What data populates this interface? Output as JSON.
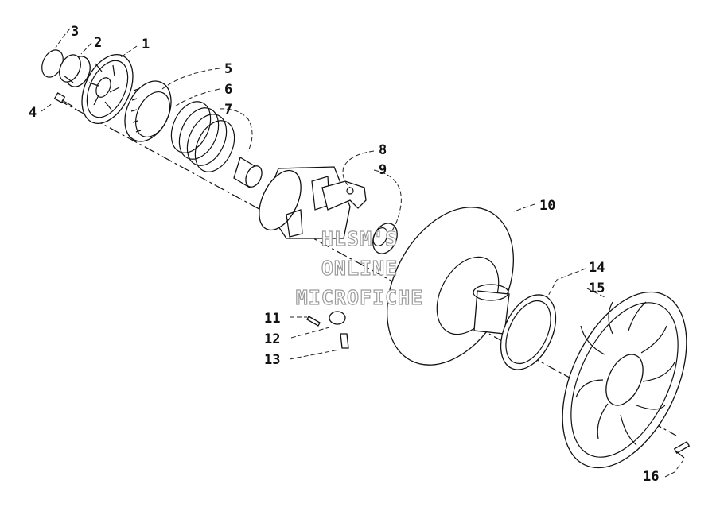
{
  "diagram": {
    "callouts": [
      {
        "id": "c1",
        "label": "1"
      },
      {
        "id": "c2",
        "label": "2"
      },
      {
        "id": "c3",
        "label": "3"
      },
      {
        "id": "c4",
        "label": "4"
      },
      {
        "id": "c5",
        "label": "5"
      },
      {
        "id": "c6",
        "label": "6"
      },
      {
        "id": "c7",
        "label": "7"
      },
      {
        "id": "c8",
        "label": "8"
      },
      {
        "id": "c9",
        "label": "9"
      },
      {
        "id": "c10",
        "label": "10"
      },
      {
        "id": "c11",
        "label": "11"
      },
      {
        "id": "c12",
        "label": "12"
      },
      {
        "id": "c13",
        "label": "13"
      },
      {
        "id": "c14",
        "label": "14"
      },
      {
        "id": "c15",
        "label": "15"
      },
      {
        "id": "c16",
        "label": "16"
      }
    ],
    "watermark": {
      "line1": "HLSM'S",
      "line2": "ONLINE",
      "line3": "MICROFICHE"
    }
  }
}
